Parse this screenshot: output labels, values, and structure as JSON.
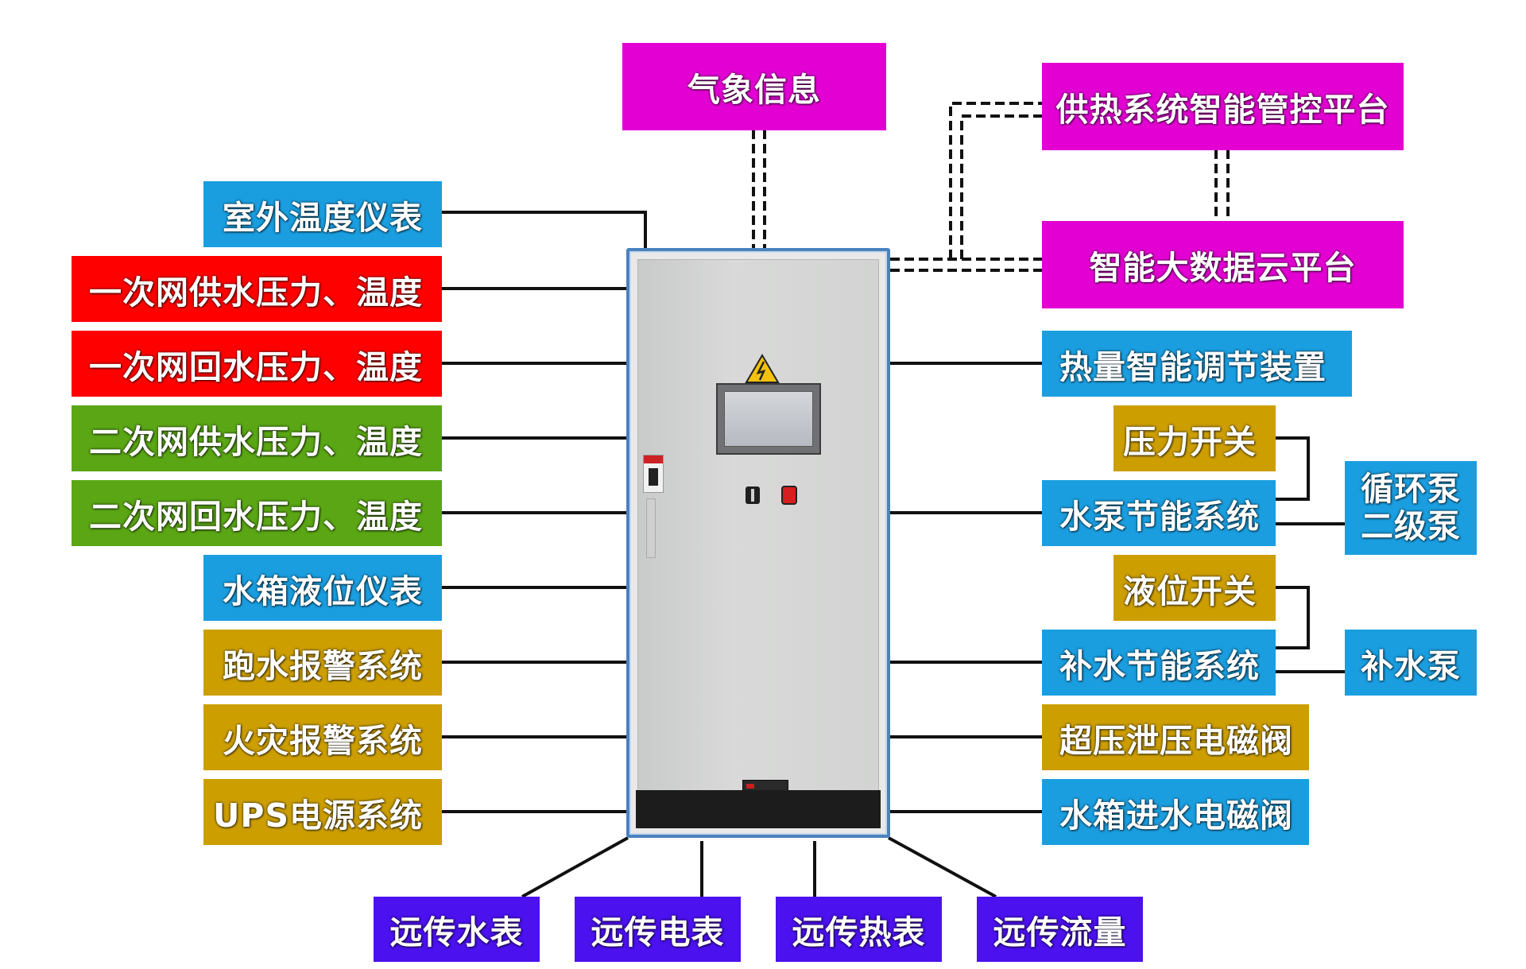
{
  "cloud": {
    "weather": "气象信息",
    "heating_platform": "供热系统智能管控平台",
    "bigdata_platform": "智能大数据云平台"
  },
  "left_inputs": [
    "室外温度仪表",
    "一次网供水压力、温度",
    "一次网回水压力、温度",
    "二次网供水压力、温度",
    "二次网回水压力、温度",
    "水箱液位仪表",
    "跑水报警系统",
    "火灾报警系统",
    "UPS电源系统"
  ],
  "right_devices": {
    "heat_regulator": "热量智能调节装置",
    "pressure_switch": "压力开关",
    "pump_system": "水泵节能系统",
    "circulation_pump_line1": "循环泵",
    "circulation_pump_line2": "二级泵",
    "level_switch": "液位开关",
    "makeup_system": "补水节能系统",
    "makeup_pump": "补水泵",
    "relief_valve": "超压泄压电磁阀",
    "inlet_valve": "水箱进水电磁阀"
  },
  "bottom_meters": [
    "远传水表",
    "远传电表",
    "远传热表",
    "远传流量"
  ],
  "colors": {
    "blue": "#1a9ee0",
    "red": "#ff0000",
    "green": "#5aa614",
    "gold": "#cc9e00",
    "magenta": "#e300d3",
    "violet": "#4b11ee",
    "cabinet_border": "#4a82c0"
  }
}
